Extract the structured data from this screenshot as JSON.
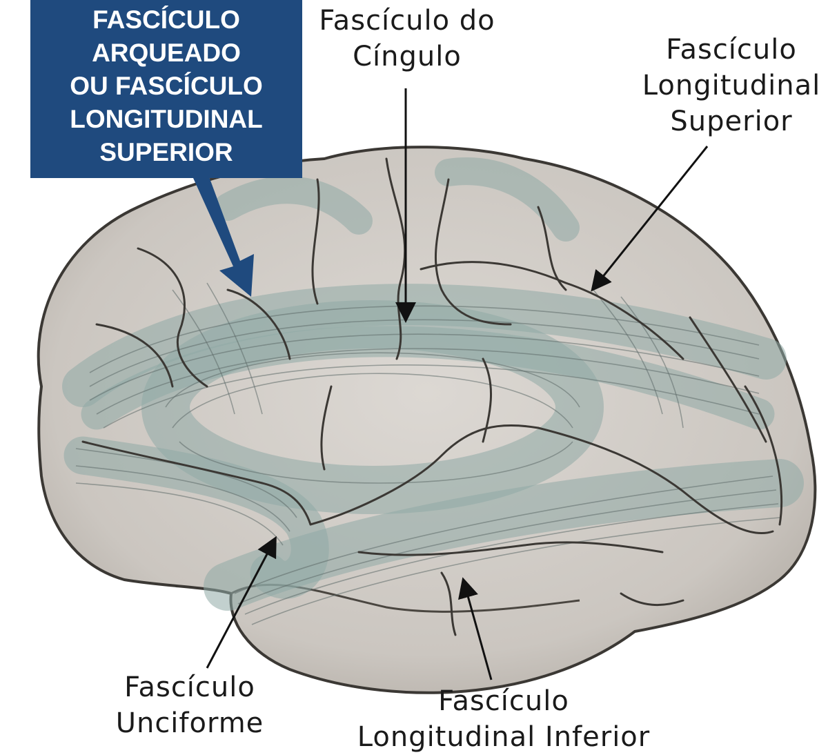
{
  "callout": {
    "lines": [
      "FASCÍCULO",
      "ARQUEADO",
      "OU FASCÍCULO",
      "LONGITUDINAL",
      "SUPERIOR"
    ],
    "background_color": "#1f4a7e",
    "text_color": "#ffffff"
  },
  "labels": {
    "cingulum": [
      "Fascículo do",
      "Cíngulo"
    ],
    "superior_longitudinal": [
      "Fascículo",
      "Longitudinal",
      "Superior"
    ],
    "uncinate": [
      "Fascículo",
      "Unciforme"
    ],
    "inferior_longitudinal": [
      "Fascículo",
      "Longitudinal Inferior"
    ]
  },
  "colors": {
    "brain_fill": "#cfcbc6",
    "sulcus_lines": "#3b3834",
    "fiber_bundles": "#8fa9a6",
    "pointer_arrows": "#111111"
  }
}
